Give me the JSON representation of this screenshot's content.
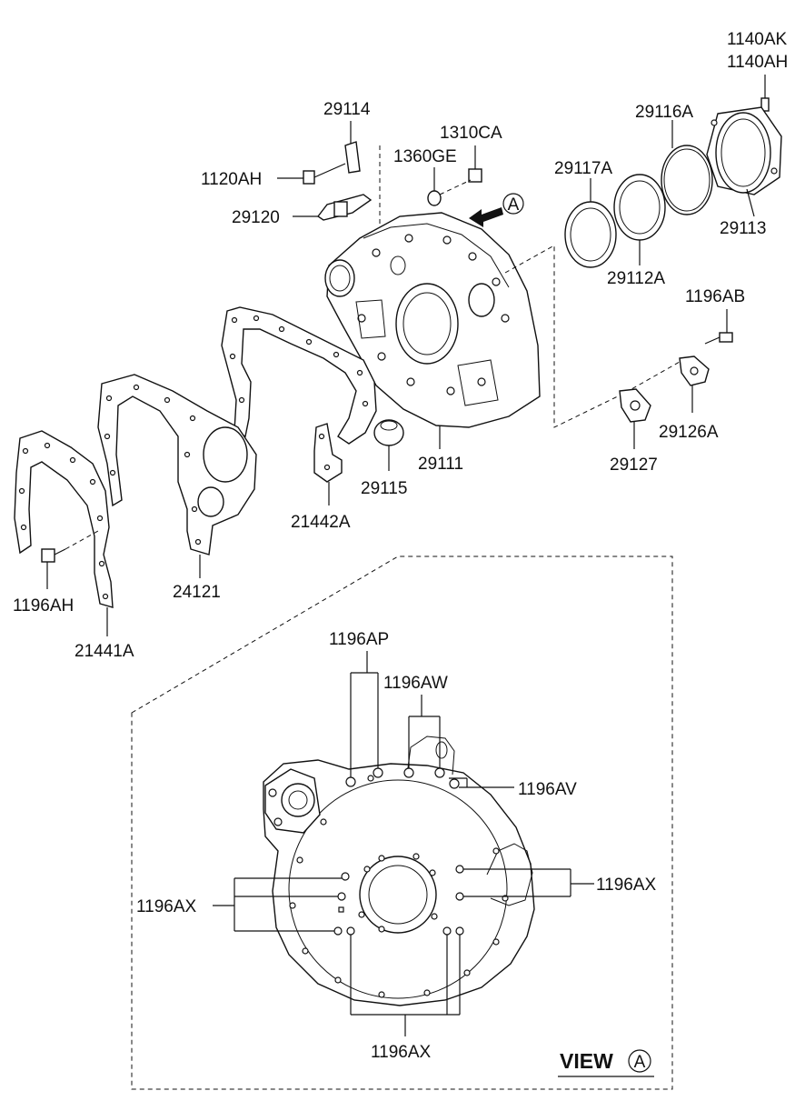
{
  "labels": {
    "p1140AK": "1140AK",
    "p1140AH": "1140AH",
    "p29114": "29114",
    "p1310CA": "1310CA",
    "p29116A": "29116A",
    "p1360GE": "1360GE",
    "p1120AH": "1120AH",
    "p29117A": "29117A",
    "p29120": "29120",
    "p29113": "29113",
    "p29112A": "29112A",
    "p1196AB": "1196AB",
    "p29126A": "29126A",
    "p29127": "29127",
    "p29111": "29111",
    "p29115": "29115",
    "p21442A": "21442A",
    "p24121": "24121",
    "p1196AH": "1196AH",
    "p21441A": "21441A",
    "p1196AP": "1196AP",
    "p1196AW": "1196AW",
    "p1196AV": "1196AV",
    "p1196AX_right": "1196AX",
    "p1196AX_left": "1196AX",
    "p1196AX_bottom": "1196AX"
  },
  "view_marker": {
    "arrow_letter": "A",
    "caption_word": "VIEW",
    "caption_letter": "A"
  },
  "colors": {
    "ink": "#111111",
    "paper": "#ffffff"
  }
}
